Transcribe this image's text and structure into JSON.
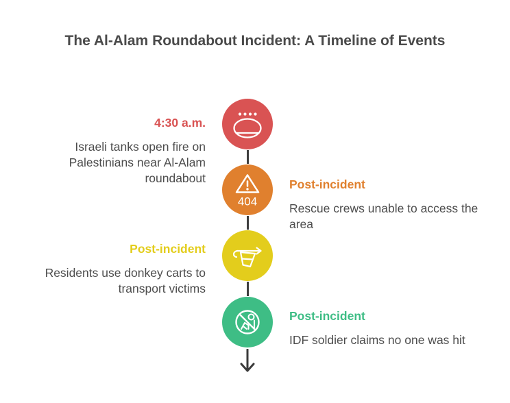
{
  "title": "The Al-Alam Roundabout Incident: A Timeline of Events",
  "colors": {
    "background": "#ffffff",
    "title_text": "#4a4a4a",
    "body_text": "#4d4d4d",
    "connector": "#3e3e3e",
    "red": "#d95353",
    "orange": "#e0802e",
    "yellow": "#e3cd1c",
    "green": "#3ebd85"
  },
  "timeline": {
    "events": [
      {
        "side": "left",
        "time_label": "4:30 a.m.",
        "description": "Israeli tanks open fire on Palestinians near Al-Alam roundabout",
        "color": "#d95353",
        "icon": "tank-icon"
      },
      {
        "side": "right",
        "time_label": "Post-incident",
        "description": "Rescue crews unable to access the area",
        "color": "#e0802e",
        "icon": "warning-404-icon",
        "icon_text": "404"
      },
      {
        "side": "left",
        "time_label": "Post-incident",
        "description": "Residents use donkey carts to transport victims",
        "color": "#e3cd1c",
        "icon": "cart-icon"
      },
      {
        "side": "right",
        "time_label": "Post-incident",
        "description": "IDF soldier claims no one was hit",
        "color": "#3ebd85",
        "icon": "no-casualty-icon"
      }
    ]
  }
}
